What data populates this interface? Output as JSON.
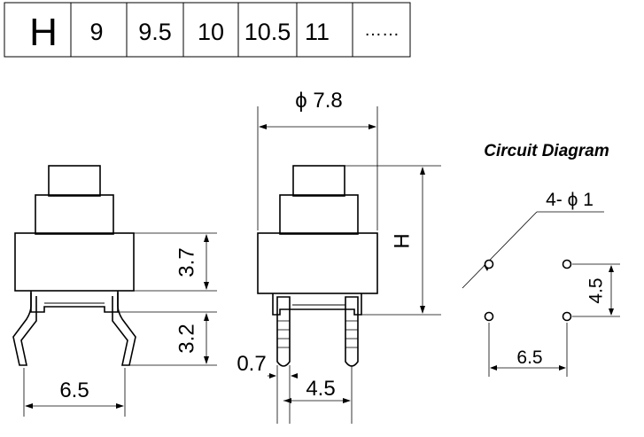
{
  "height_table": {
    "header": "H",
    "values": [
      "9",
      "9.5",
      "10",
      "10.5",
      "11",
      "……"
    ]
  },
  "side_view": {
    "dim_body_height": "3.7",
    "dim_lead_height": "3.2",
    "dim_width": "6.5"
  },
  "front_view": {
    "dim_diameter": "ϕ 7.8",
    "dim_height": "H",
    "dim_lead_width": "0.7",
    "dim_lead_pitch": "4.5"
  },
  "circuit_diagram": {
    "title": "Circuit Diagram",
    "hole_label": "4- ϕ 1",
    "dim_vertical": "4.5",
    "dim_horizontal": "6.5"
  }
}
